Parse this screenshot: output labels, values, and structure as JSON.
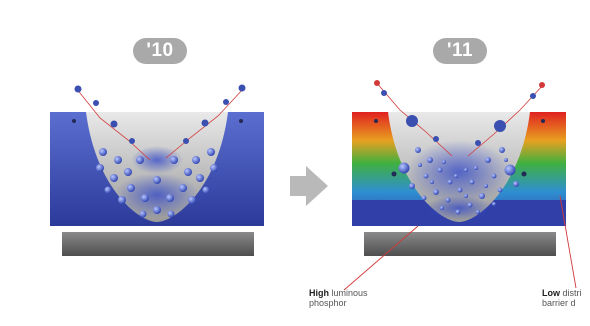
{
  "panels": {
    "before": {
      "year_label": "'10"
    },
    "after": {
      "year_label": "'11"
    }
  },
  "callouts": {
    "high": {
      "bold": "High",
      "line1": "luminous",
      "line2": "phosphor"
    },
    "low": {
      "bold": "Low",
      "line1": "distri",
      "line2": "barrier d"
    }
  },
  "colors": {
    "chip_blue": "#3a4fb0",
    "substrate_gray": "#6e6e6e",
    "cup_gray": "#b8b8b8",
    "particle_blue": "#3c58c8",
    "ray_red": "#d23a3a",
    "badge_gray": "#a9a9a9",
    "arrow_gray": "#b9b9b9"
  },
  "icons": {
    "transition": "right-arrow-icon"
  }
}
